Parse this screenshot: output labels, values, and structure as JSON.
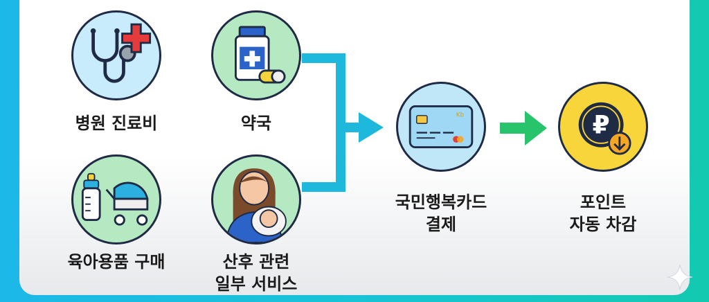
{
  "nodes": [
    {
      "id": "hospital",
      "label": "병원 진료비",
      "icon": "stethoscope-icon"
    },
    {
      "id": "pharmacy",
      "label": "약국",
      "icon": "medicine-bottle-icon"
    },
    {
      "id": "baby_goods",
      "label": "육아용품 구매",
      "icon": "baby-bottle-stroller-icon"
    },
    {
      "id": "postpartum",
      "label_line1": "산후 관련",
      "label_line2": "일부 서비스",
      "icon": "mother-baby-icon"
    },
    {
      "id": "card",
      "label_line1": "국민행복카드",
      "label_line2": "결제",
      "icon": "credit-card-icon"
    },
    {
      "id": "points",
      "label_line1": "포인트",
      "label_line2": "자동 차감",
      "icon": "point-coin-icon"
    }
  ],
  "card_brand": "Kb",
  "coin_symbol": "₽",
  "colors": {
    "blue_circle": "#c8ecfb",
    "green_circle": "#b5e9c2",
    "card_circle": "#bfe7f7",
    "yellow_circle": "#f8d53a",
    "arrow_blue": "#1db8dc",
    "arrow_green": "#27c46c",
    "outline": "#1f2a44"
  }
}
